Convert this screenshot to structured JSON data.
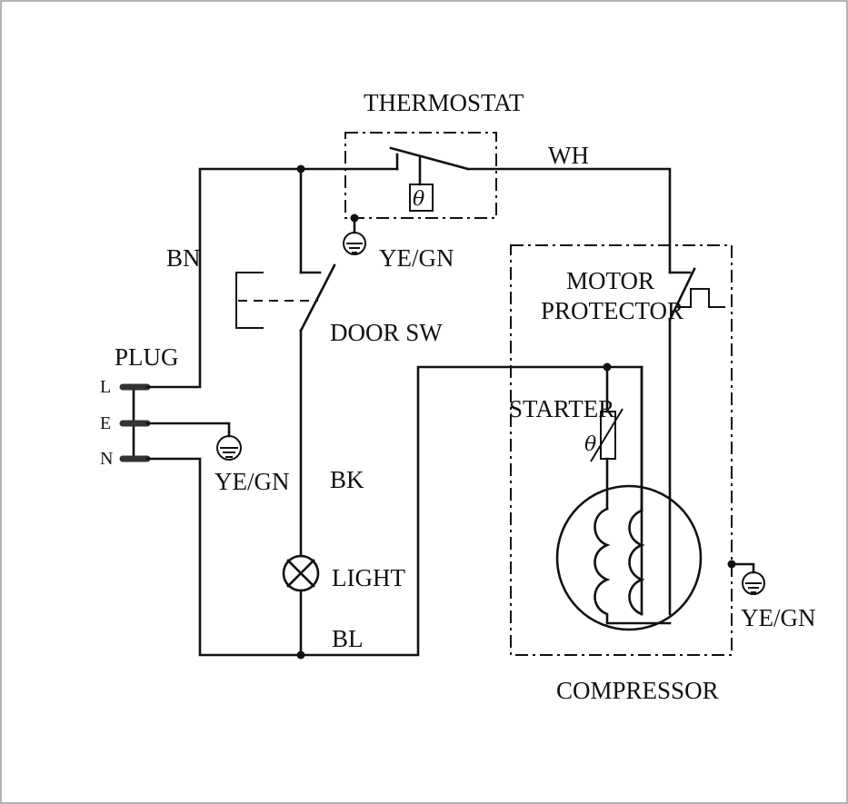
{
  "labels": {
    "thermostat": "THERMOSTAT",
    "wh": "WH",
    "bn": "BN",
    "ye_gn_top": "YE/GN",
    "motor": "MOTOR",
    "protector": "PROTECTOR",
    "plug": "PLUG",
    "door_sw": "DOOR SW",
    "starter": "STARTER",
    "pin_l": "L",
    "pin_e": "E",
    "pin_n": "N",
    "ye_gn_plug": "YE/GN",
    "bk": "BK",
    "light": "LIGHT",
    "bl": "BL",
    "ye_gn_compressor": "YE/GN",
    "compressor": "COMPRESSOR"
  },
  "symbols": {
    "thermostat_theta": "θ",
    "starter_theta": "θ"
  }
}
